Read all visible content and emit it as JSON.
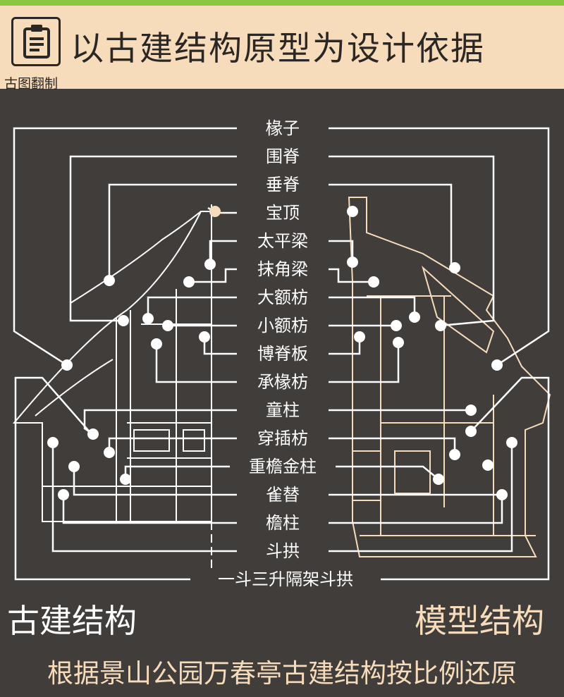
{
  "header": {
    "title": "以古建结构原型为设计依据",
    "subtitle": "古图翻制",
    "icon": "document-clipboard-icon"
  },
  "diagram": {
    "labels": [
      "椽子",
      "围脊",
      "垂脊",
      "宝顶",
      "太平梁",
      "抹角梁",
      "大额枋",
      "小额枋",
      "博脊板",
      "承椽枋",
      "童柱",
      "穿插枋",
      "重檐金柱",
      "雀替",
      "檐柱",
      "斗拱"
    ],
    "bottom_label": "一斗三升隔架斗拱",
    "left_title": "古建结构",
    "right_title": "模型结构"
  },
  "footer": {
    "caption": "根据景山公园万春亭古建结构按比例还原"
  },
  "colors": {
    "background": "#403d3b",
    "header_bg": "#f7dcbc",
    "accent_green": "#8cc63f",
    "beige": "#f7dcbc",
    "white": "#ffffff"
  }
}
